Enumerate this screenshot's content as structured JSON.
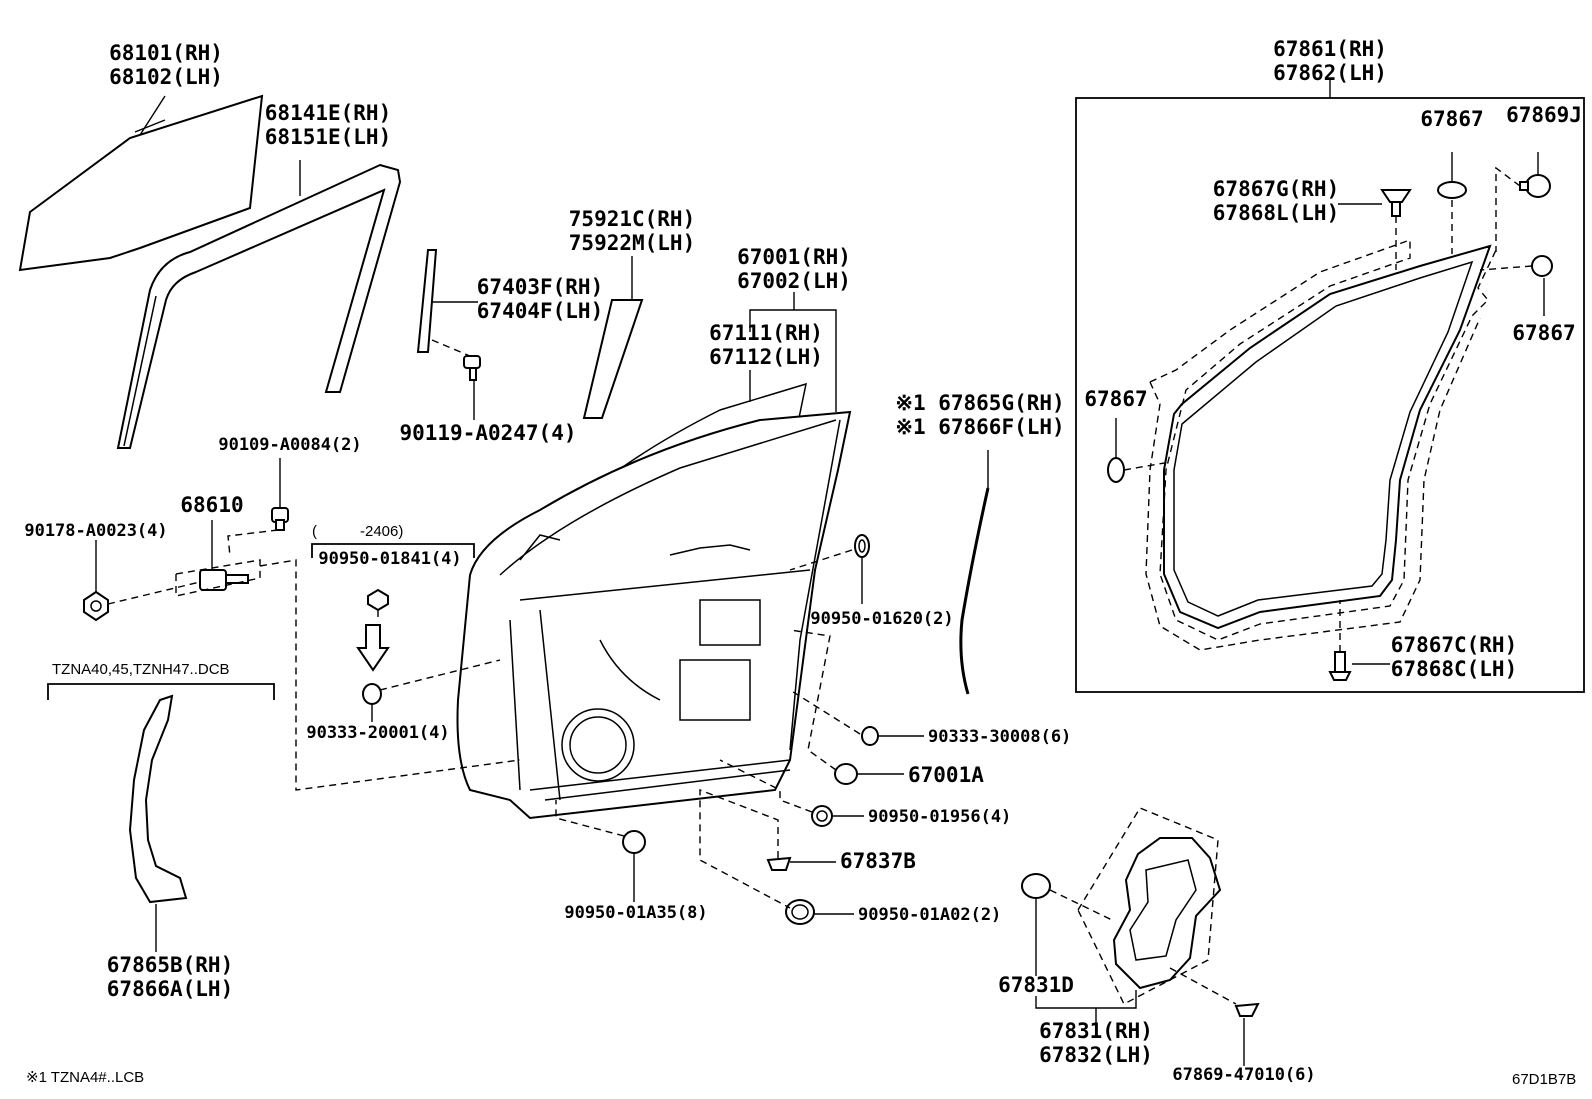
{
  "parts": [
    {
      "id": "glass",
      "lines": [
        "68101(RH)",
        "68102(LH)"
      ]
    },
    {
      "id": "glass-run",
      "lines": [
        "68141E(RH)",
        "68151E(LH)"
      ]
    },
    {
      "id": "frame-moulding",
      "lines": [
        "67403F(RH)",
        "67404F(LH)"
      ]
    },
    {
      "id": "screw-90119",
      "lines": [
        "90119-A0247(4)"
      ]
    },
    {
      "id": "tape-75921",
      "lines": [
        "75921C(RH)",
        "75922M(LH)"
      ]
    },
    {
      "id": "door-panel",
      "lines": [
        "67001(RH)",
        "67002(LH)"
      ]
    },
    {
      "id": "outer-panel",
      "lines": [
        "67111(RH)",
        "67112(LH)"
      ]
    },
    {
      "id": "bolt-90109",
      "lines": [
        "90109-A0084(2)"
      ]
    },
    {
      "id": "stopper-68610",
      "lines": [
        "68610"
      ]
    },
    {
      "id": "nut-90178",
      "lines": [
        "90178-A0023(4)"
      ]
    },
    {
      "id": "plug-90950-01841",
      "lines": [
        "90950-01841(4)"
      ]
    },
    {
      "id": "plug-90333-20001",
      "lines": [
        "90333-20001(4)"
      ]
    },
    {
      "id": "plug-90950-01620",
      "lines": [
        "90950-01620(2)"
      ]
    },
    {
      "id": "plug-90333-30008",
      "lines": [
        "90333-30008(6)"
      ]
    },
    {
      "id": "plug-67001a",
      "lines": [
        "67001A"
      ]
    },
    {
      "id": "plug-90950-01956",
      "lines": [
        "90950-01956(4)"
      ]
    },
    {
      "id": "clip-67837b",
      "lines": [
        "67837B"
      ]
    },
    {
      "id": "plug-90950-01a35",
      "lines": [
        "90950-01A35(8)"
      ]
    },
    {
      "id": "plug-90950-01a02",
      "lines": [
        "90950-01A02(2)"
      ]
    },
    {
      "id": "strip-67865g",
      "lines": [
        "※1 67865G(RH)",
        "※1 67866F(LH)"
      ]
    },
    {
      "id": "weatherstrip",
      "lines": [
        "67861(RH)",
        "67862(LH)"
      ]
    },
    {
      "id": "clip-67867-top",
      "lines": [
        "67867"
      ]
    },
    {
      "id": "clip-67869j",
      "lines": [
        "67869J"
      ]
    },
    {
      "id": "clip-67867g",
      "lines": [
        "67867G(RH)",
        "67868L(LH)"
      ]
    },
    {
      "id": "clip-67867-right",
      "lines": [
        "67867"
      ]
    },
    {
      "id": "clip-67867-left",
      "lines": [
        "67867"
      ]
    },
    {
      "id": "clip-67867c",
      "lines": [
        "67867C(RH)",
        "67868C(LH)"
      ]
    },
    {
      "id": "seal-67865b",
      "lines": [
        "67865B(RH)",
        "67866A(LH)"
      ]
    },
    {
      "id": "clip-67831d",
      "lines": [
        "67831D"
      ]
    },
    {
      "id": "cover-67831",
      "lines": [
        "67831(RH)",
        "67832(LH)"
      ]
    },
    {
      "id": "clip-67869-47010",
      "lines": [
        "67869-47010(6)"
      ]
    }
  ],
  "notes": {
    "range_paren": "(",
    "range_value": "-2406)",
    "model_group": "TZNA40,45,TZNH47..DCB",
    "footnote": "※1 TZNA4#..LCB",
    "diagram_code": "67D1B7B"
  }
}
